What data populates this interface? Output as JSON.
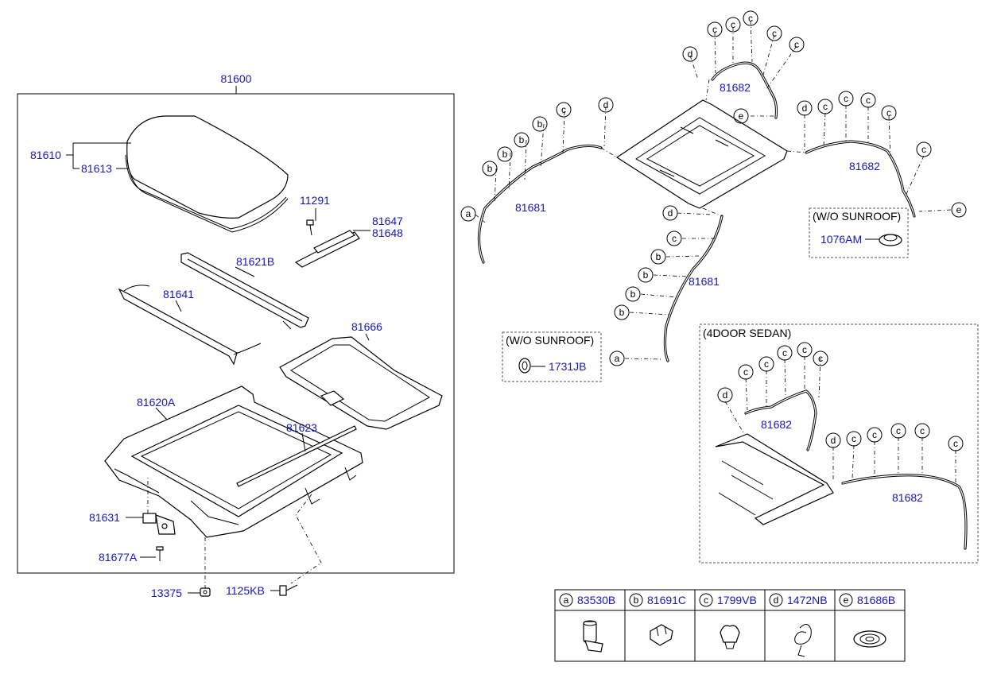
{
  "labels": {
    "p81600": "81600",
    "p81610": "81610",
    "p81613": "81613",
    "p11291": "11291",
    "p81647": "81647",
    "p81648": "81648",
    "p81621B": "81621B",
    "p81641": "81641",
    "p81666": "81666",
    "p81620A": "81620A",
    "p81623": "81623",
    "p81631": "81631",
    "p81677A": "81677A",
    "p13375": "13375",
    "p1125KB": "1125KB",
    "p81681a": "81681",
    "p81681b": "81681",
    "p81682a": "81682",
    "p81682b": "81682",
    "p81682c": "81682",
    "p81682d": "81682",
    "p1076AM": "1076AM",
    "p1731JB": "1731JB"
  },
  "boxes": {
    "wo_sunroof_right": "(W/O SUNROOF)",
    "wo_sunroof_left": "(W/O SUNROOF)",
    "four_door_sedan": "(4DOOR SEDAN)"
  },
  "callout_letters": {
    "a": "a",
    "b": "b",
    "c": "c",
    "d": "d",
    "e": "e"
  },
  "legend": [
    {
      "letter": "a",
      "part": "83530B"
    },
    {
      "letter": "b",
      "part": "81691C"
    },
    {
      "letter": "c",
      "part": "1799VB"
    },
    {
      "letter": "d",
      "part": "1472NB"
    },
    {
      "letter": "e",
      "part": "81686B"
    }
  ]
}
